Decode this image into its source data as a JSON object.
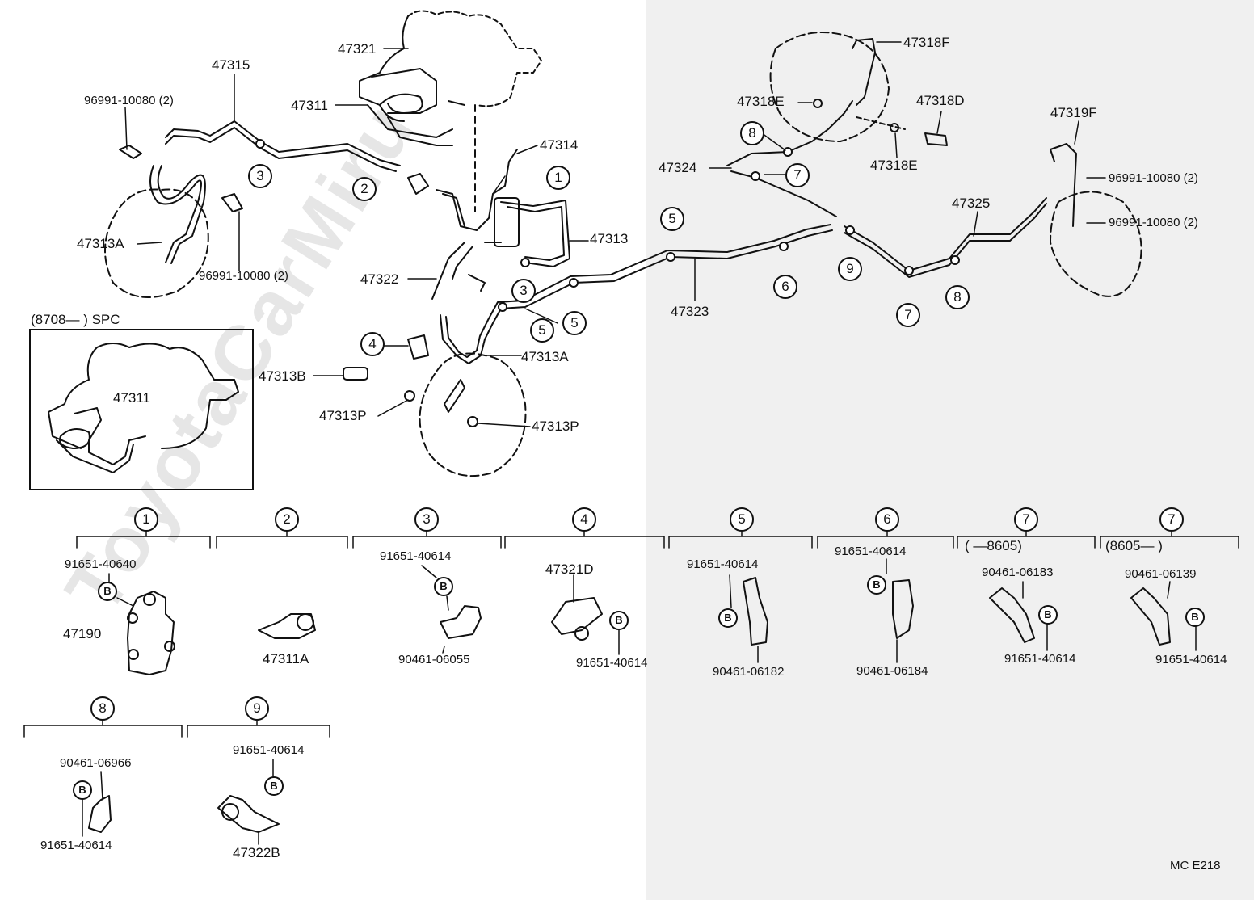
{
  "diagram": {
    "code": "MC  E218",
    "watermark": "ToyotaCarMiru",
    "inset_label": "(8708—          ) SPC",
    "labels": {
      "p47321": "47321",
      "p47315": "47315",
      "p47311": "47311",
      "clip_left": "96991-10080 (2)",
      "clip_left2": "96991-10080 (2)",
      "p47313A_left": "47313A",
      "p47314": "47314",
      "p47313": "47313",
      "p47322": "47322",
      "p47313A_mid": "47313A",
      "p47313B": "47313B",
      "p47313P_a": "47313P",
      "p47313P_b": "47313P",
      "p47311_inset": "47311",
      "p47318F": "47318F",
      "p47318E_a": "47318E",
      "p47318D": "47318D",
      "p47318E_b": "47318E",
      "p47319F": "47319F",
      "p47324": "47324",
      "clip_right1": "96991-10080 (2)",
      "clip_right2": "96991-10080 (2)",
      "p47325": "47325",
      "p47323": "47323"
    },
    "details": [
      {
        "num": "1",
        "upper": "91651-40640",
        "part": "47190"
      },
      {
        "num": "2",
        "part": "47311A"
      },
      {
        "num": "3",
        "upper": "91651-40614",
        "lower": "90461-06055"
      },
      {
        "num": "4",
        "upper": "47321D",
        "lower": "91651-40614"
      },
      {
        "num": "5",
        "upper": "91651-40614",
        "lower": "90461-06182"
      },
      {
        "num": "6",
        "upper": "91651-40614",
        "lower": "90461-06184"
      },
      {
        "num": "7",
        "range": "(        —8605)",
        "upper": "90461-06183",
        "lower": "91651-40614"
      },
      {
        "num": "7",
        "range": "(8605—          )",
        "upper": "90461-06139",
        "lower": "91651-40614"
      },
      {
        "num": "8",
        "upper": "90461-06966",
        "lower": "91651-40614"
      },
      {
        "num": "9",
        "upper": "91651-40614",
        "lower": "47322B"
      }
    ],
    "bolt_symbol": "B"
  }
}
